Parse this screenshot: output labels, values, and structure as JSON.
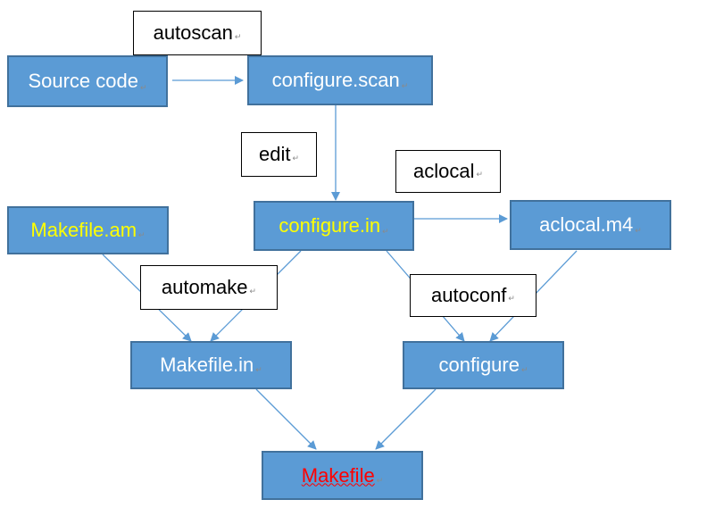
{
  "nodes": {
    "source_code": "Source code",
    "configure_scan": "configure.scan",
    "configure_in": "configure.in",
    "aclocal_m4": "aclocal.m4",
    "makefile_am": "Makefile.am",
    "makefile_in": "Makefile.in",
    "configure": "configure",
    "makefile": "Makefile"
  },
  "labels": {
    "autoscan": "autoscan",
    "edit": "edit",
    "aclocal": "aclocal",
    "automake": "automake",
    "autoconf": "autoconf"
  },
  "paragraph_mark": "↵",
  "colors": {
    "node_fill": "#5b9bd5",
    "node_border": "#41719c",
    "node_text": "#ffffff",
    "highlight_yellow": "#ffff00",
    "highlight_red": "#ff0000"
  }
}
